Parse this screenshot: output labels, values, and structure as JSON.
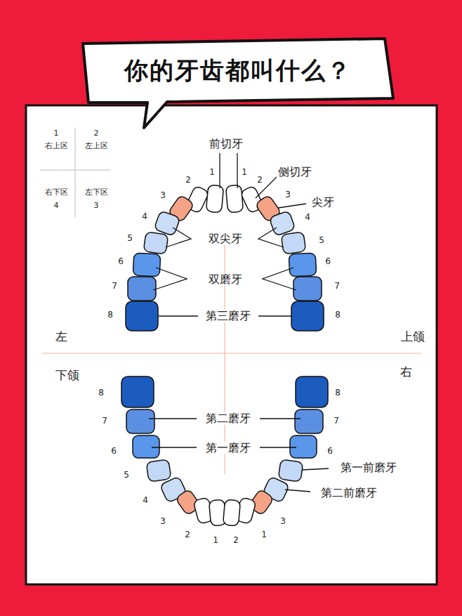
{
  "diagram": {
    "title": "你的牙齿都叫什么？",
    "labels": [
      "1",
      "右上区",
      "2",
      "左上区",
      "右下区",
      "4",
      "左下区",
      "3",
      "前切牙",
      "2",
      "1",
      "1",
      "2",
      "侧切牙",
      "3",
      "3",
      "尖牙",
      "4",
      "4",
      "双尖牙",
      "5",
      "5",
      "6",
      "6",
      "双磨牙",
      "7",
      "7",
      "8",
      "第三磨牙",
      "8",
      "左",
      "上颌",
      "下颌",
      "右",
      "8",
      "8",
      "第二磨牙",
      "7",
      "7",
      "第一磨牙",
      "6",
      "6",
      "5",
      "第一前磨牙",
      "4",
      "第二前磨牙",
      "3",
      "3",
      "2",
      "1",
      "1",
      "2"
    ]
  }
}
